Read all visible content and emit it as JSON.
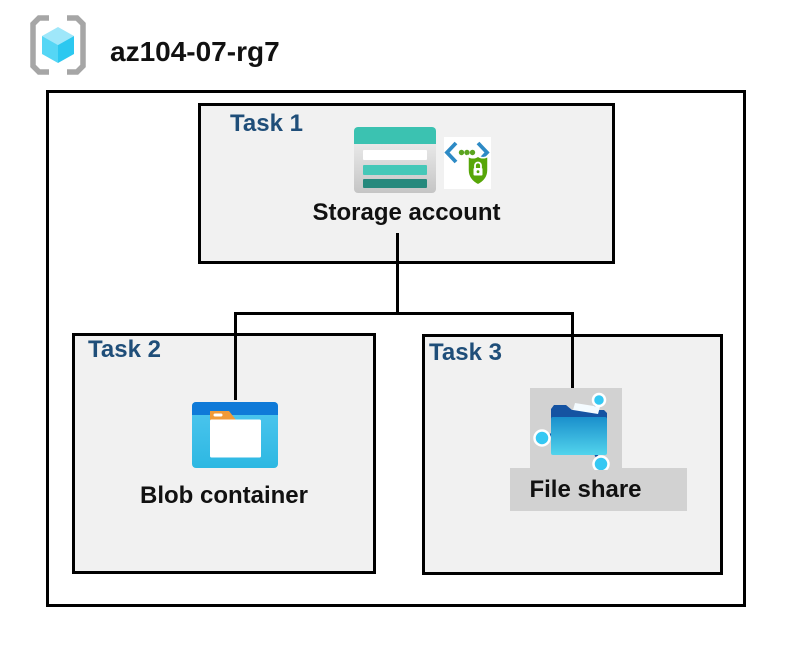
{
  "resource_group": {
    "name": "az104-07-rg7",
    "icon": "resource-group-icon"
  },
  "tasks": [
    {
      "title": "Task 1",
      "item": "Storage account",
      "icons": [
        "storage-account-icon",
        "secure-endpoint-icon"
      ]
    },
    {
      "title": "Task 2",
      "item": "Blob container",
      "icons": [
        "blob-container-icon"
      ]
    },
    {
      "title": "Task 3",
      "item": "File share",
      "icons": [
        "file-share-icon"
      ]
    }
  ],
  "connectors": [
    "storage-account to split point",
    "split point to blob-container",
    "split point to file-share"
  ],
  "colors": {
    "border": "#000000",
    "box_bg": "#f1f1f1",
    "task_title": "#1f4e79",
    "highlight_gray": "#d2d2d2",
    "bracket_gray": "#a6a6a6",
    "cube_top": "#9fe7fa",
    "cube_left": "#55d6f5",
    "cube_right": "#2cc8f0",
    "storage_teal": "#3bc2b1",
    "storage_teal_mid": "#45c8b8",
    "storage_teal_dark": "#26897d",
    "endpoint_blue": "#2d8ac5",
    "dot_green": "#5aa41f",
    "shield_green": "#57a608",
    "blob_bar_blue": "#0f7ad8",
    "folder_orange": "#f09a38",
    "share_dark_blue": "#1553a2",
    "node_cyan": "#35c8f3"
  }
}
